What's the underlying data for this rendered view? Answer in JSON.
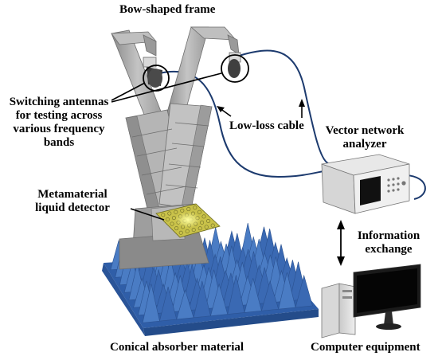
{
  "labels": {
    "bow_frame": "Bow-shaped frame",
    "switching": [
      "Switching antennas",
      "for testing across",
      "various frequency",
      "bands"
    ],
    "low_loss": "Low-loss cable",
    "vna": [
      "Vector network",
      "analyzer"
    ],
    "metamaterial": [
      "Metamaterial",
      "liquid detector"
    ],
    "info": [
      "Information",
      "exchange"
    ],
    "conical": "Conical absorber material",
    "computer": "Computer equipment"
  },
  "colors": {
    "absorber": "#3b6db8",
    "frame": "#a7a7a7",
    "cable": "#1c3a6e",
    "detector": "#c9c24a",
    "screen": "#0d0d0d"
  }
}
